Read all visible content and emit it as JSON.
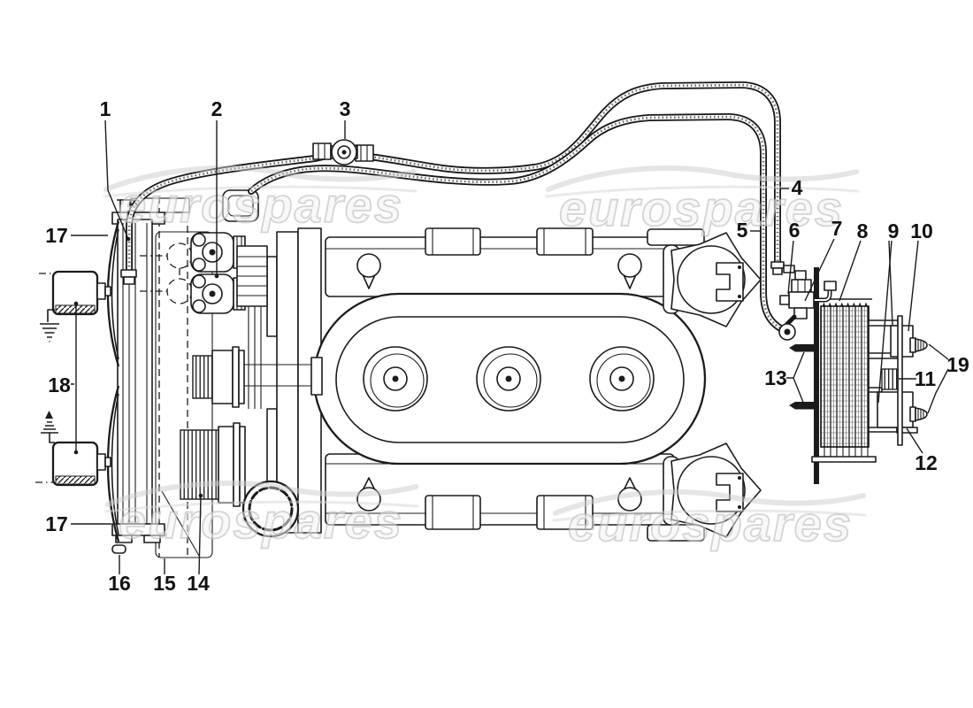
{
  "diagram": {
    "colors": {
      "background": "#ffffff",
      "line": "#1b1b1b",
      "watermark": "#c9c9c9"
    },
    "watermark": {
      "text": "eurospares"
    },
    "callouts": [
      "1",
      "2",
      "3",
      "4",
      "5",
      "6",
      "7",
      "8",
      "9",
      "10",
      "11",
      "12",
      "13",
      "14",
      "15",
      "16",
      "17",
      "18",
      "19"
    ]
  }
}
